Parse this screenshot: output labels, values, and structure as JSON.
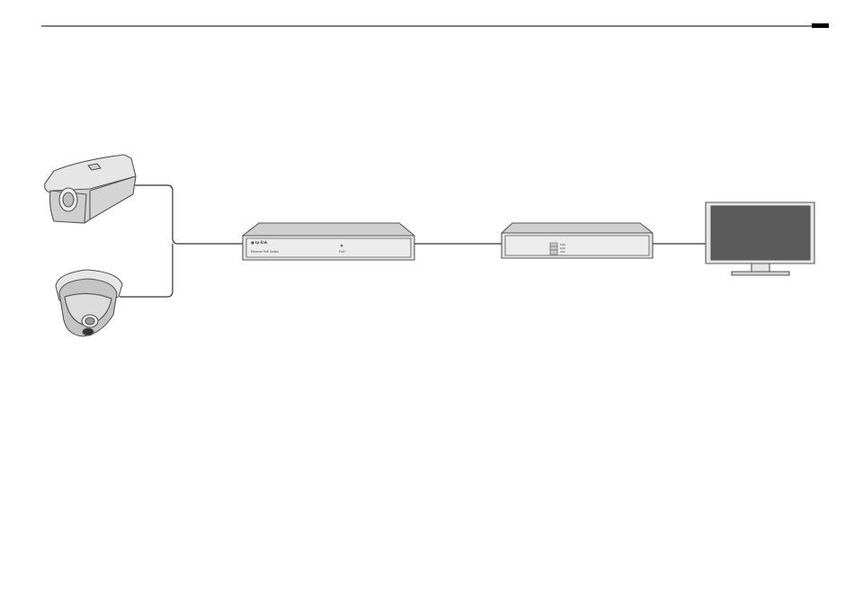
{
  "header": {
    "rule_color": "#000000",
    "page_tab_color": "#000000"
  },
  "colors": {
    "line": "#333333",
    "device_gray": "#e4e4e4",
    "device_mid": "#c8c8c8",
    "device_dark": "#9a9a9a",
    "screen": "#5b5b5b"
  },
  "devices": {
    "bullet_camera": {
      "icon": "bullet-camera-icon"
    },
    "dome_camera": {
      "icon": "dome-camera-icon"
    },
    "poe_switch": {
      "icon": "poe-switch-icon",
      "brand": "tp-link",
      "model": "Ethernet PoE Switch",
      "poe_label": "PoE+"
    },
    "nvr": {
      "icon": "nvr-icon",
      "led_labels": [
        "PWR",
        "HDD",
        "LINK"
      ]
    },
    "monitor": {
      "icon": "monitor-icon"
    }
  }
}
